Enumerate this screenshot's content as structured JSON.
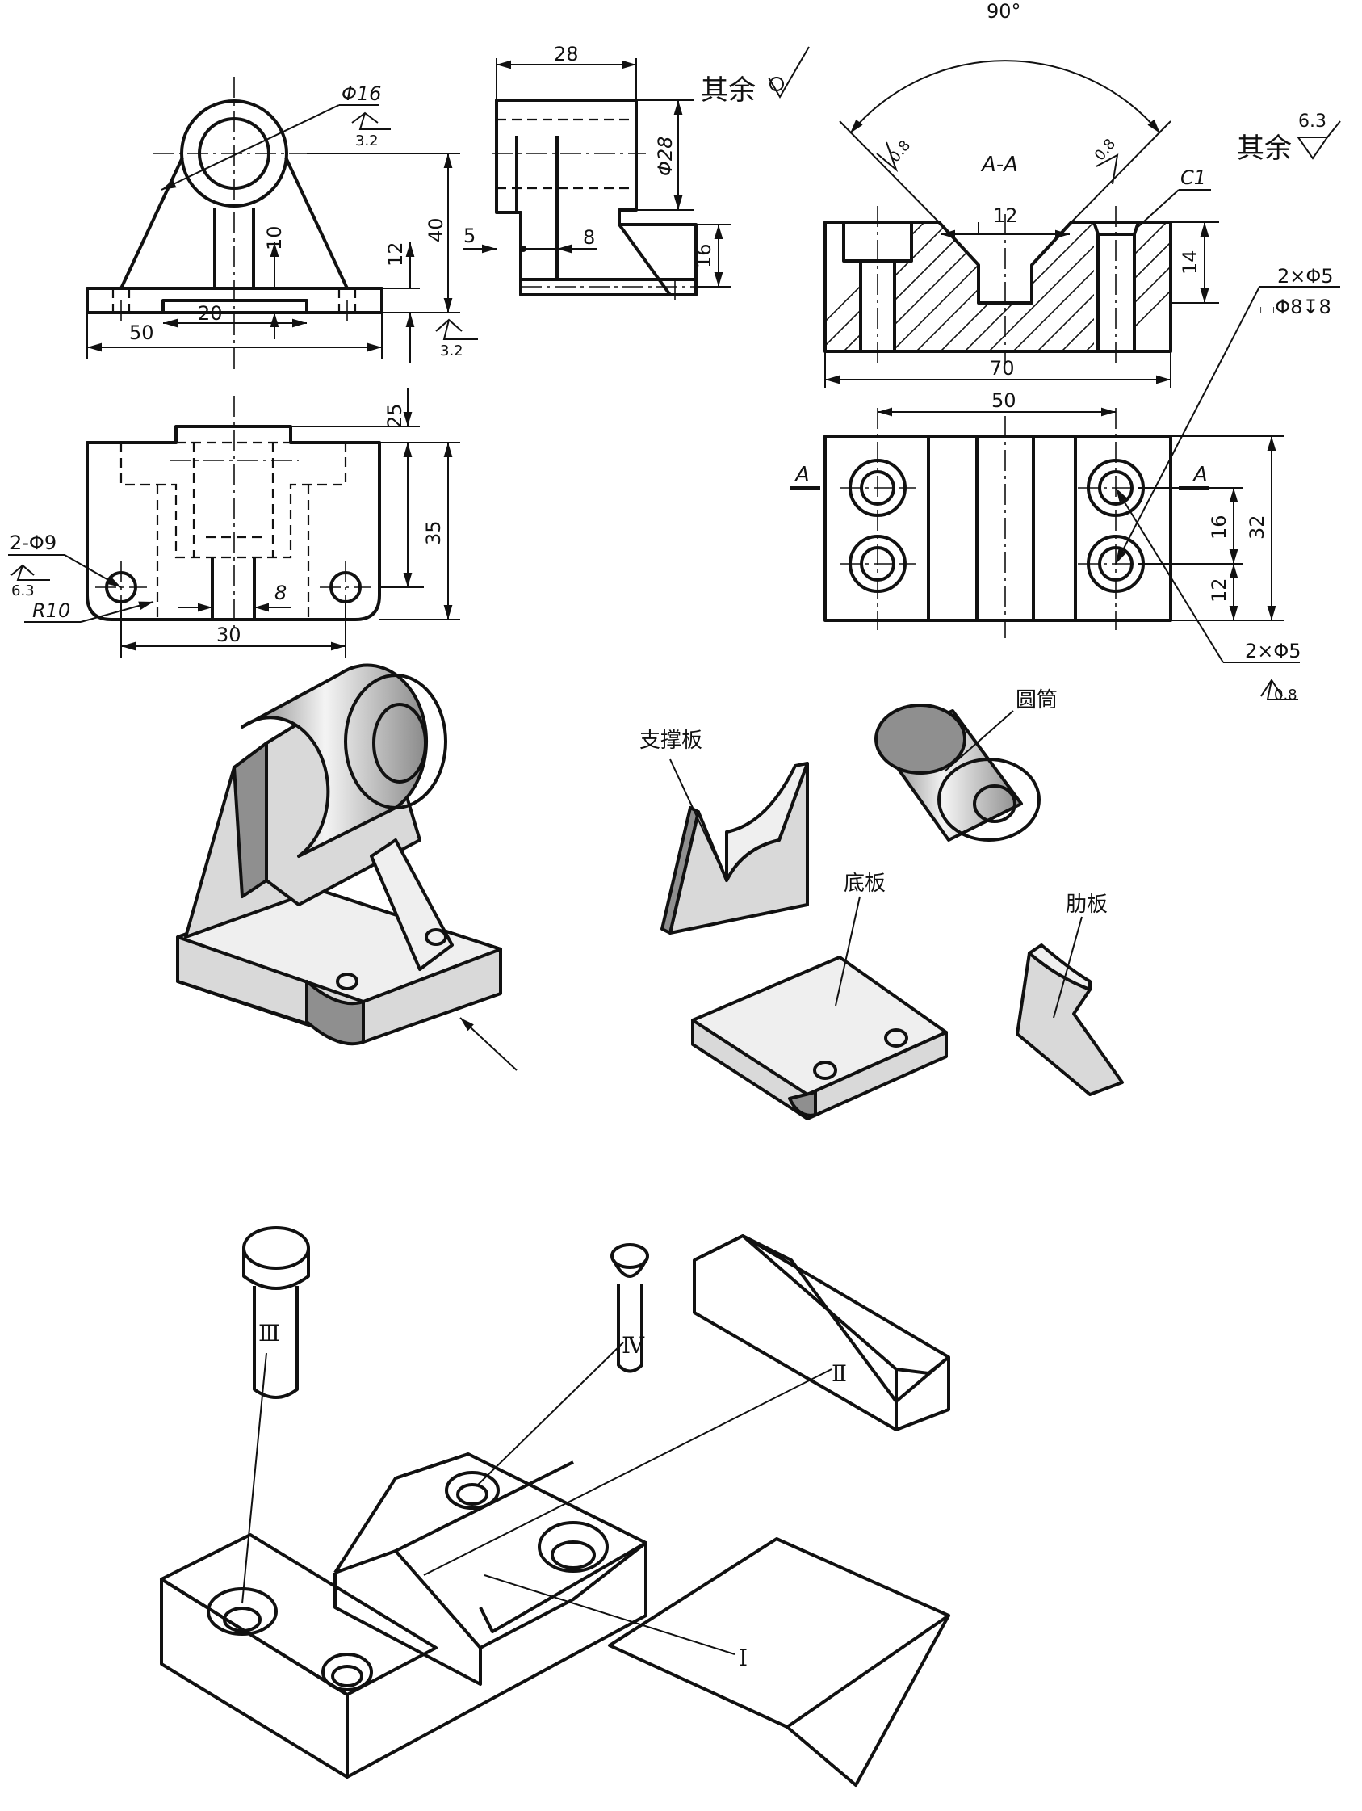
{
  "view1": {
    "dim_phi16": "Φ16",
    "rough_32a": "3.2",
    "rough_32b": "3.2",
    "dim_10": "10",
    "dim_12": "12",
    "dim_40": "40",
    "dim_20": "20",
    "dim_50": "50"
  },
  "view2": {
    "dim_28": "28",
    "qiyu": "其余",
    "dim_phi28": "Φ28",
    "dim_5": "5",
    "dim_8": "8",
    "dim_16": "16"
  },
  "view3": {
    "dim_25": "25",
    "dim_35": "35",
    "hole_label": "2-Φ9",
    "rough_63": "6.3",
    "radius": "R10",
    "dim_30": "30",
    "dim_8": "8"
  },
  "section_view": {
    "angle": "90°",
    "title": "A-A",
    "rough_08a": "0.8",
    "rough_08b": "0.8",
    "chamfer": "C1",
    "dim_12": "12",
    "dim_14": "14",
    "dim_70": "70",
    "qiyu": "其余",
    "rough_63": "6.3"
  },
  "top_view": {
    "dim_50": "50",
    "section_a_left": "A",
    "section_a_right": "A",
    "callout_top": "2×Φ5",
    "counterbore": "⌴Φ8↧8",
    "dim_16": "16",
    "dim_32": "32",
    "dim_12": "12",
    "callout_bottom": "2×Φ5",
    "rough_08": "0.8"
  },
  "exploded": {
    "label_tube": "圆筒",
    "label_support": "支撑板",
    "label_base": "底板",
    "label_rib": "肋板"
  },
  "assembly": {
    "label_I": "Ⅰ",
    "label_II": "Ⅱ",
    "label_III": "Ⅲ",
    "label_IV": "Ⅳ"
  }
}
